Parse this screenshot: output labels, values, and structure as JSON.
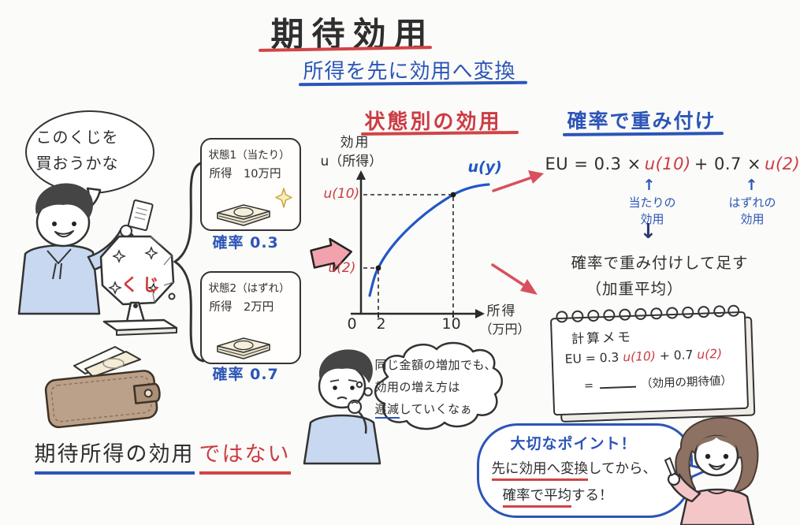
{
  "title": "期待効用",
  "subtitle": "所得を先に効用へ変換",
  "boy": {
    "bubble_line1": "このくじを",
    "bubble_line2": "買おうかな"
  },
  "lottery": {
    "label": "くじ"
  },
  "state1": {
    "title": "状態1（当たり）",
    "income": "所得　10万円",
    "prob": "確率 0.3"
  },
  "state2": {
    "title": "状態2（はずれ）",
    "income": "所得　2万円",
    "prob": "確率 0.7"
  },
  "chart": {
    "title": "状態別の効用",
    "y_label_line1": "効用",
    "y_label_line2": "u（所得）",
    "x_label_line1": "所得",
    "x_label_line2": "（万円）",
    "curve_label": "u(y)",
    "u10_label": "u(10)",
    "u2_label": "u(2)",
    "tick0": "0",
    "tick2": "2",
    "tick10": "10"
  },
  "chart_data": {
    "type": "line",
    "title": "状態別の効用",
    "xlabel": "所得（万円）",
    "ylabel": "効用 u（所得）",
    "x_ticks": [
      0,
      2,
      10
    ],
    "curve_shape": "concave increasing (diminishing marginal utility)",
    "marked_points": [
      {
        "x": 2,
        "y_label": "u(2)"
      },
      {
        "x": 10,
        "y_label": "u(10)"
      }
    ],
    "series": [
      {
        "name": "u(y)",
        "x": [
          1,
          2,
          4,
          6,
          8,
          10,
          12
        ],
        "y_relative": [
          0.1,
          0.38,
          0.62,
          0.78,
          0.9,
          1.0,
          1.05
        ]
      }
    ],
    "legend": "none",
    "grid": false
  },
  "weighting": {
    "title": "確率で重み付け",
    "eq_p1": "EU = 0.3 ×",
    "eq_u10": "u(10)",
    "eq_p2": "+ 0.7 ×",
    "eq_u2": "u(2)",
    "up_arrow": "↑",
    "win_line1": "当たりの",
    "win_line2": "効用",
    "lose_line1": "はずれの",
    "lose_line2": "効用",
    "down_arrow": "↓",
    "sum_line1": "確率で重み付けして足す",
    "sum_line2": "（加重平均）"
  },
  "notebook": {
    "title": "計算メモ",
    "eq_p1": "EU = 0.3",
    "eq_u10": "u(10)",
    "eq_p2": "+ 0.7",
    "eq_u2": "u(2)",
    "result_eq": "=",
    "result_note": "（効用の期待値）"
  },
  "thought": {
    "line1": "同じ金額の増加でも、",
    "line2": "効用の増え方は",
    "line3_underlined": "逓減",
    "line3_rest": "していくなぁ"
  },
  "conclusion": {
    "black_part": "期待所得の効用",
    "red_part": "ではない"
  },
  "point_bubble": {
    "line1": "大切なポイント！",
    "line2_underlined": "先に効用へ変換",
    "line2_rest": "してから、",
    "line3_underlined": "確率で平均",
    "line3_rest": "する！"
  },
  "colors": {
    "ink": "#2e2e2e",
    "red": "#cc3b44",
    "blue": "#2b55b7",
    "curve_blue": "#2257c4",
    "arrow_red": "#d8505e"
  }
}
